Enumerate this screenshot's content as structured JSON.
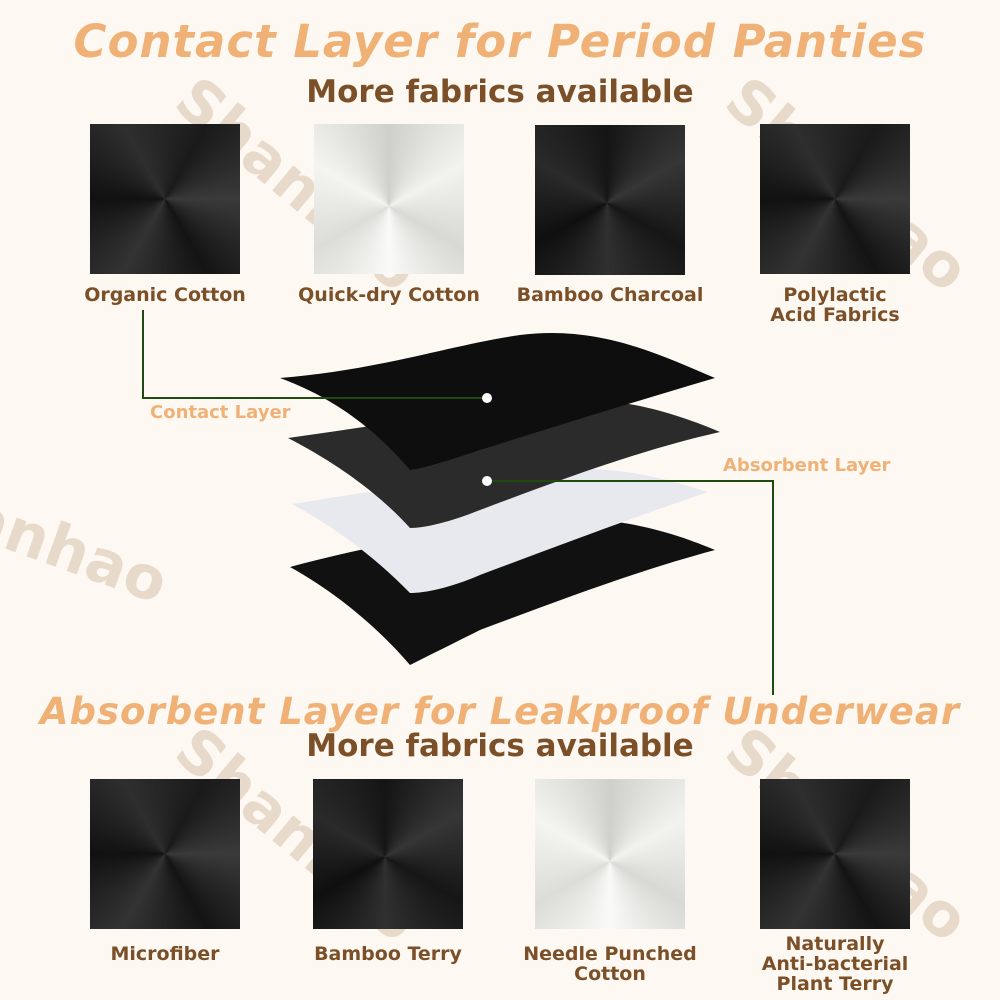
{
  "watermark": "Shanhao",
  "contact_section": {
    "title": "Contact Layer for Period Panties",
    "subtitle": "More fabrics available",
    "fabrics": [
      {
        "name": "Organic Cotton",
        "tone": "dark"
      },
      {
        "name": "Quick-dry Cotton",
        "tone": "white"
      },
      {
        "name": "Bamboo Charcoal",
        "tone": "dark"
      },
      {
        "name": "Polylactic Acid Fabrics",
        "line1": "Polylactic",
        "line2": "Acid Fabrics",
        "tone": "dark"
      }
    ]
  },
  "diagram": {
    "contact_label": "Contact Layer",
    "absorbent_label": "Absorbent Layer",
    "line_color": "#1f4a10"
  },
  "absorbent_section": {
    "title": "Absorbent Layer for Leakproof Underwear",
    "subtitle": "More fabrics available",
    "fabrics": [
      {
        "name": "Microfiber",
        "tone": "dark"
      },
      {
        "name": "Bamboo Terry",
        "tone": "dark"
      },
      {
        "name": "Needle Punched Cotton",
        "line1": "Needle Punched",
        "line2": "Cotton",
        "tone": "white"
      },
      {
        "name": "Naturally Anti-bacterial Plant Terry",
        "line1": "Naturally",
        "line2": "Anti-bacterial",
        "line3": "Plant Terry",
        "tone": "dark"
      }
    ]
  }
}
